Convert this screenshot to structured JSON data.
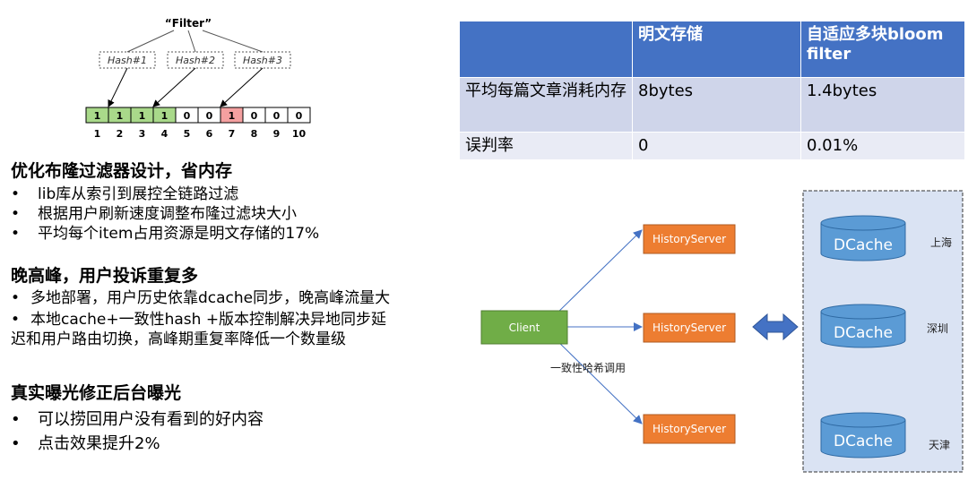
{
  "bloom": {
    "title": "“Filter”",
    "hashes": [
      "Hash#1",
      "Hash#2",
      "Hash#3"
    ],
    "bits": [
      "1",
      "1",
      "1",
      "1",
      "0",
      "0",
      "1",
      "0",
      "0",
      "0"
    ],
    "indices": [
      "1",
      "2",
      "3",
      "4",
      "5",
      "6",
      "7",
      "8",
      "9",
      "10"
    ],
    "colors": {
      "set": "#a9d98a",
      "conflict": "#f4a0a0",
      "empty": "#ffffff"
    }
  },
  "table": {
    "headers": [
      "",
      "明文存储",
      "自适应多块bloom filter"
    ],
    "rows": [
      [
        "平均每篇文章消耗内存",
        "8bytes",
        "1.4bytes"
      ],
      [
        "误判率",
        "0",
        "0.01%"
      ]
    ],
    "colors": {
      "header": "#4472c4",
      "row_odd": "#cfd5ea",
      "row_even": "#e9ebf5"
    }
  },
  "sections": [
    {
      "heading": "优化布隆过滤器设计，省内存",
      "bullets": [
        "lib库从索引到展控全链路过滤",
        "根据用户刷新速度调整布隆过滤块大小",
        "平均每个item占用资源是明文存储的17%"
      ]
    },
    {
      "heading": "晚高峰，用户投诉重复多",
      "bullets": [
        "多地部署，用户历史依靠dcache同步，晚高峰流量大"
      ],
      "paragraph": [
        "本地cache+一致性hash +版本控制解决异地同步延",
        "迟和用户路由切换，高峰期重复率降低一个数量级"
      ]
    },
    {
      "heading": "真实曝光修正后台曝光",
      "bullets": [
        "可以捞回用户没有看到的好内容",
        "点击效果提升2%"
      ]
    }
  ],
  "bullet_symbol": "•",
  "arch": {
    "client": "Client",
    "servers": [
      "HistoryServer",
      "HistoryServer",
      "HistoryServer"
    ],
    "edge_label": "一致性哈希调用",
    "caches": [
      {
        "name": "DCache",
        "city": "上海"
      },
      {
        "name": "DCache",
        "city": "深圳"
      },
      {
        "name": "DCache",
        "city": "天津"
      }
    ],
    "colors": {
      "client": "#70ad47",
      "server": "#ed7d31",
      "cache": "#5b9bd5",
      "panel": "#dae3f3",
      "arrow": "#4472c4"
    }
  }
}
